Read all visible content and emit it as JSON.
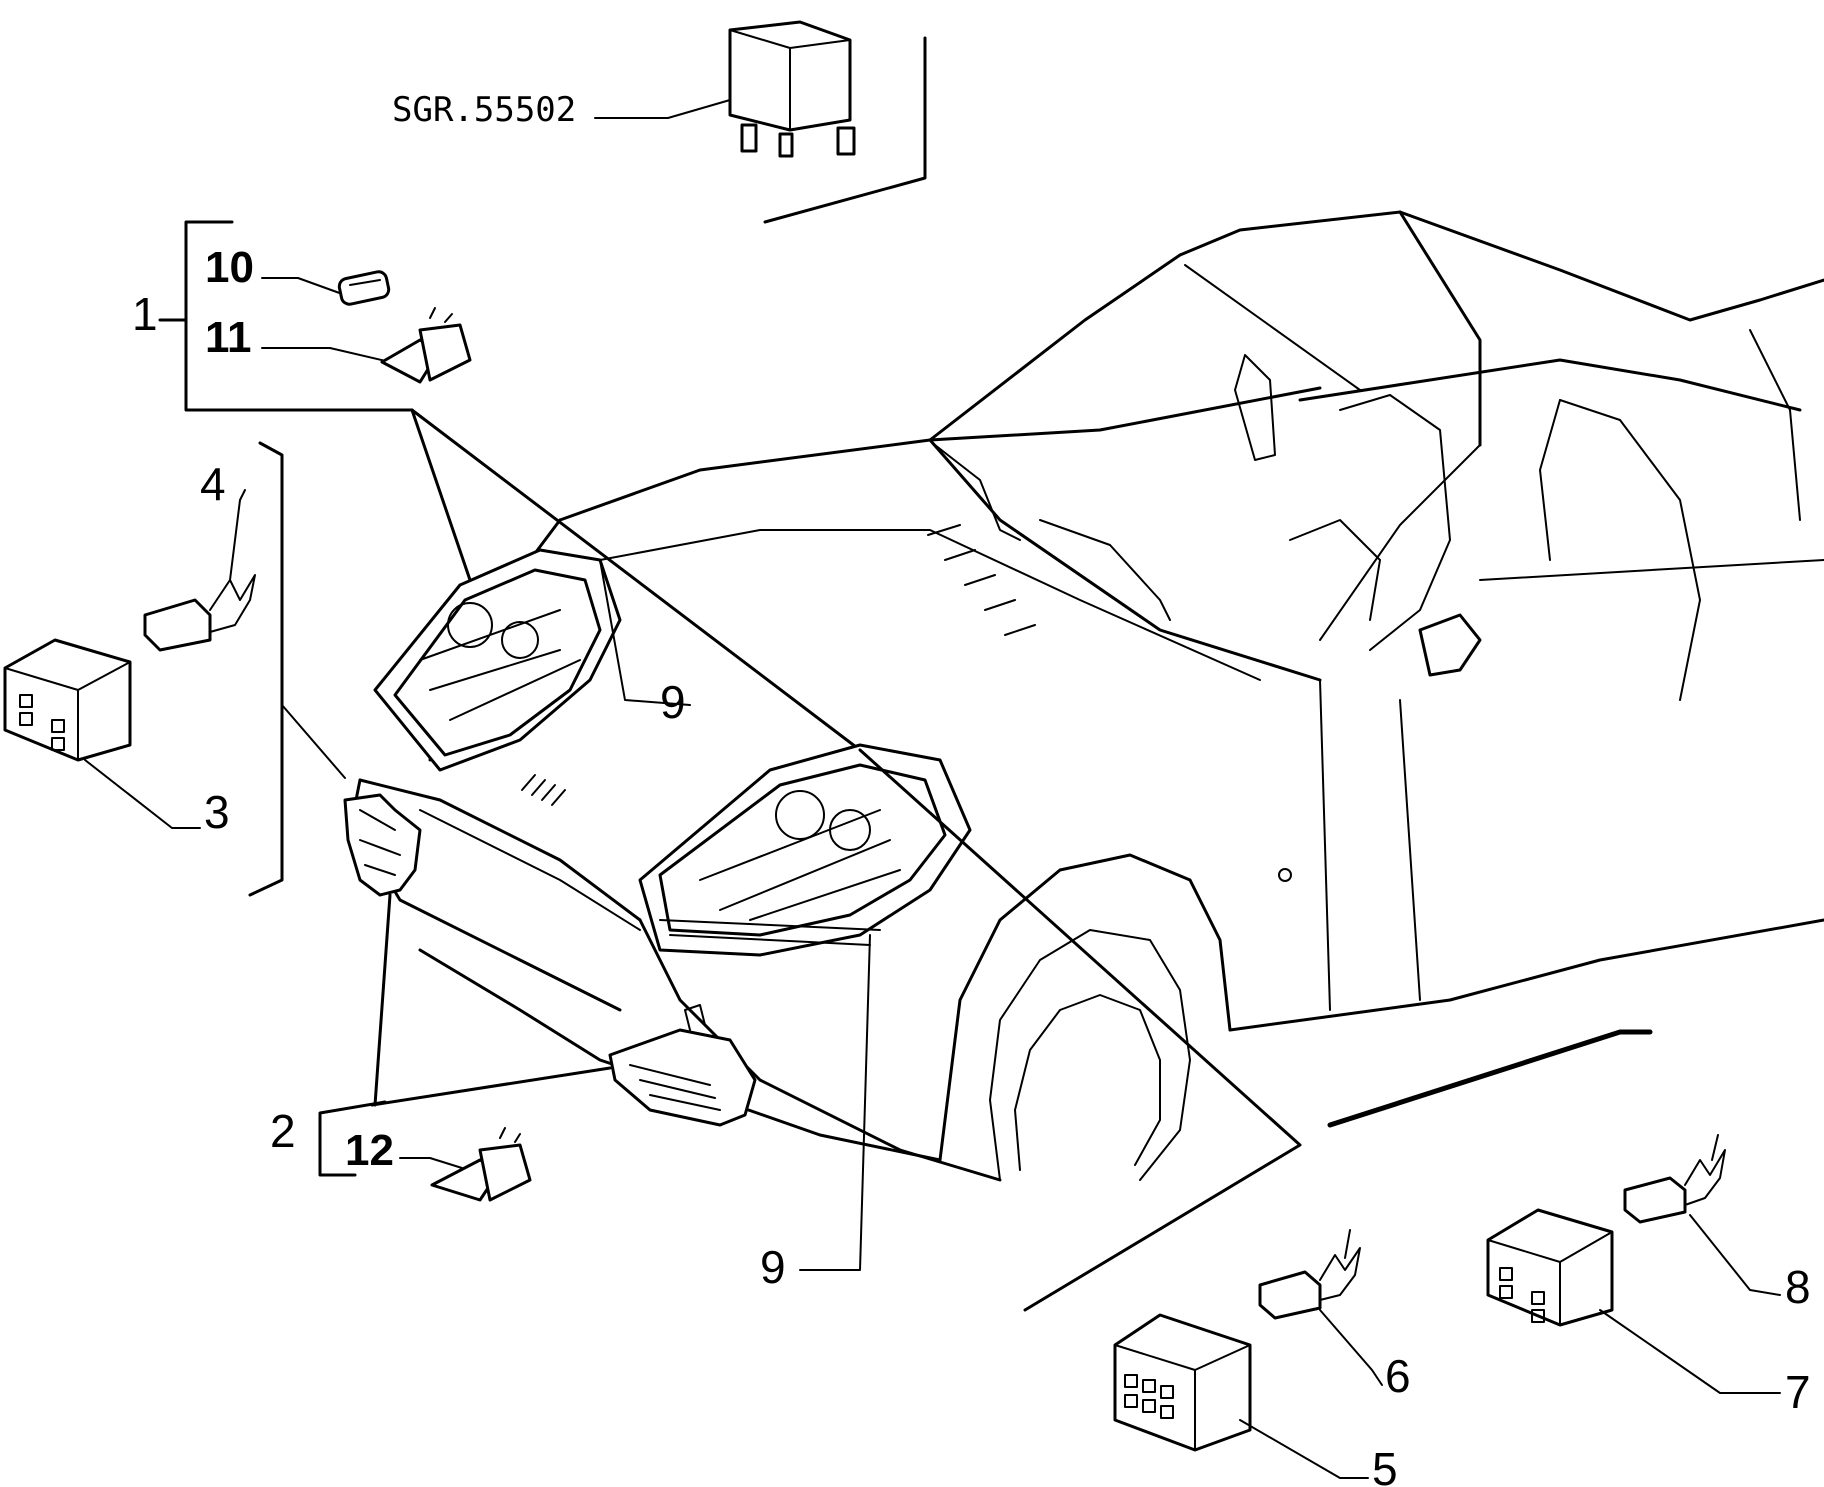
{
  "reference_code": "SGR.55502",
  "callouts": {
    "c1": "1",
    "c2": "2",
    "c3": "3",
    "c4": "4",
    "c5": "5",
    "c6": "6",
    "c7": "7",
    "c8": "8",
    "c9_upper": "9",
    "c9_lower": "9",
    "c10": "10",
    "c11": "11",
    "c12": "12"
  }
}
